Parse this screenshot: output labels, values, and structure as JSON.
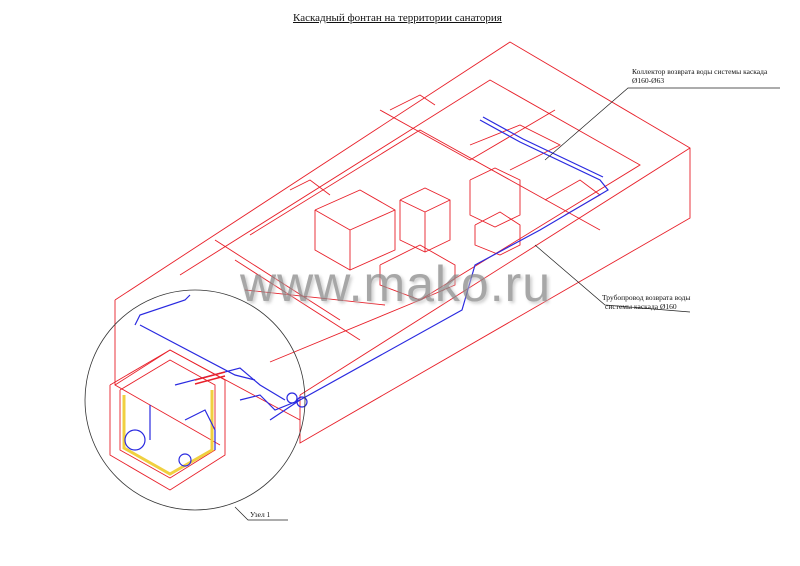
{
  "title": "Каскадный фонтан на территории санатория",
  "annotations": {
    "collector": [
      "Коллектор возврата воды системы каскада",
      "Ø160-Ø63"
    ],
    "pipeline": [
      "Трубопровод возврата воды",
      "системы каскада Ø160"
    ],
    "node": "Узел 1"
  },
  "watermark": "www.mako.ru",
  "colors": {
    "structure": "#e8202a",
    "pipes": "#2a2ae0",
    "leader": "#222222",
    "insulation": "#f0d040"
  }
}
